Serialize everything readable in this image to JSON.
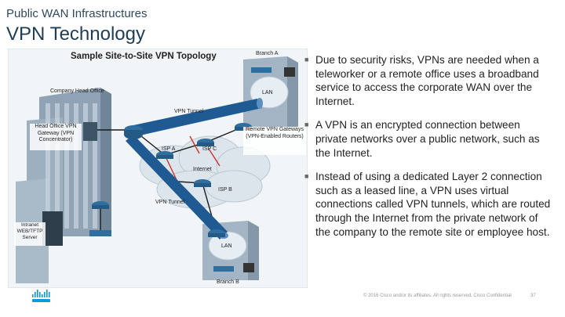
{
  "header": {
    "subtitle": "Public WAN Infrastructures",
    "title": "VPN Technology"
  },
  "diagram": {
    "heading": "Sample Site-to-Site VPN Topology",
    "labels": {
      "branch_a": "Branch A",
      "branch_b": "Branch B",
      "lan_a": "LAN",
      "lan_b": "LAN",
      "head_office": "Company Head Office",
      "vpn_tunnel_top": "VPN Tunnel",
      "vpn_tunnel_bottom": "VPN Tunnel",
      "head_office_gateway": "Head Office VPN Gateway (VPN Concentrator)",
      "remote_gateways": "Remote VPN Gateways (VPN-Enabled Routers)",
      "isp_a": "ISP A",
      "isp_b": "ISP B",
      "isp_c": "ISP C",
      "internet": "Internet",
      "intranet_server": "Intranet WEB/TFTP Server"
    },
    "colors": {
      "background": "#f2f5f7",
      "building": "#8a9eb0",
      "tunnel": "#1f5b92",
      "router": "#2f6f9f"
    }
  },
  "bullets": [
    "Due to security risks, VPNs are needed when a teleworker or a remote office uses a broadband service to access the corporate WAN over the Internet.",
    "A VPN is an encrypted connection between private networks over a public network, such as the Internet.",
    "Instead of using a dedicated Layer 2 connection such as a leased line, a VPN uses virtual connections called VPN tunnels, which are routed through the Internet from the private network of the company to the remote site or employee host."
  ],
  "footer": {
    "copyright": "© 2016 Cisco and/or its affiliates. All rights reserved. Cisco Confidential",
    "page_number": "37"
  },
  "brand": {
    "logo_color": "#049fd9"
  }
}
